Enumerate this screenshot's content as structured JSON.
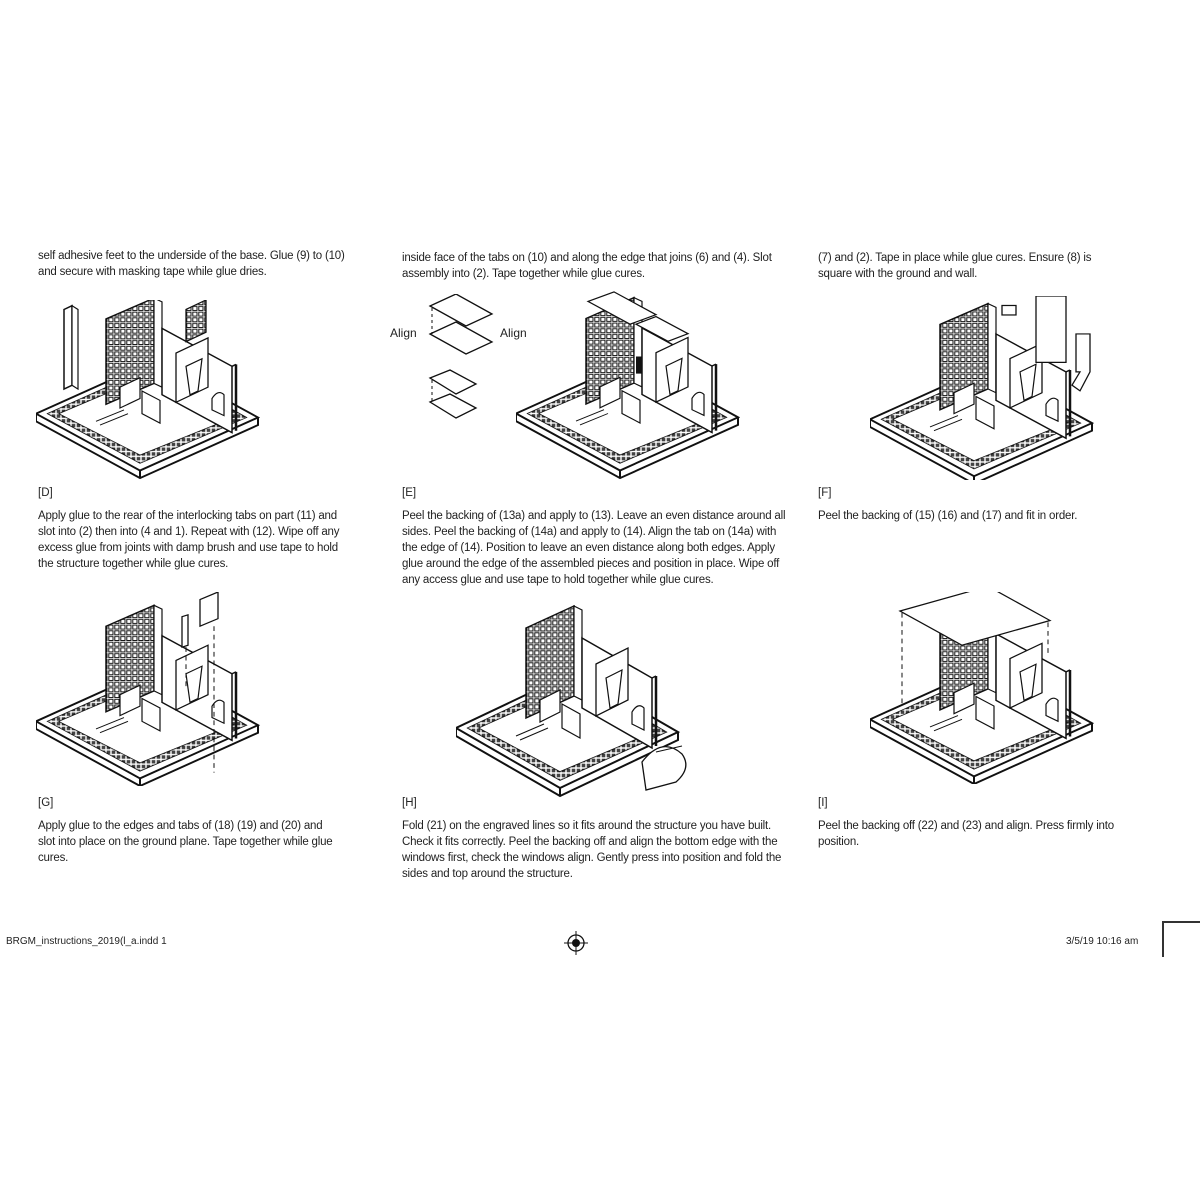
{
  "top_text": {
    "col1": "self adhesive feet to the underside of the base. Glue (9) to (10) and secure with masking tape while glue dries.",
    "col2": "inside face of the tabs on (10) and along the edge that joins (6) and (4). Slot assembly into (2). Tape together while glue cures.",
    "col3": "(7) and (2). Tape in place while glue cures. Ensure (8) is square with the ground and wall."
  },
  "steps": [
    {
      "label": "[D]",
      "text": "Apply glue to the rear of the interlocking tabs on part (11) and slot into (2) then into (4 and 1). Repeat with (12). Wipe off any excess glue from joints with damp brush and use tape to hold the structure together while glue cures."
    },
    {
      "label": "[E]",
      "text": "Peel the backing of (13a) and apply to (13). Leave an even distance around all sides. Peel the backing of (14a) and apply to (14). Align the tab on (14a) with the edge of (14). Position to leave an even distance along both edges. Apply glue around the edge of the assembled pieces and position in place. Wipe off any access glue and use tape to hold together while glue cures."
    },
    {
      "label": "[F]",
      "text": "Peel the backing of (15) (16) and (17) and fit in order."
    },
    {
      "label": "[G]",
      "text": "Apply glue to the edges and tabs of (18) (19) and (20) and slot into place on the ground plane. Tape together while glue cures."
    },
    {
      "label": "[H]",
      "text": "Fold (21) on the engraved lines so it fits around the structure you have built. Check it fits correctly. Peel the backing off and align the bottom edge with the windows first, check the windows align. Gently press into position and fold the sides and top around the structure."
    },
    {
      "label": "[I]",
      "text": "Peel the backing off (22) and (23) and align. Press firmly into position."
    }
  ],
  "annotations": {
    "align_left": "Align",
    "align_right": "Align"
  },
  "footer": {
    "file": "BRGM_instructions_2019(l_a.indd 1",
    "date": "3/5/19 10:16 am"
  },
  "icons": {
    "registration": "registration-mark-icon"
  }
}
